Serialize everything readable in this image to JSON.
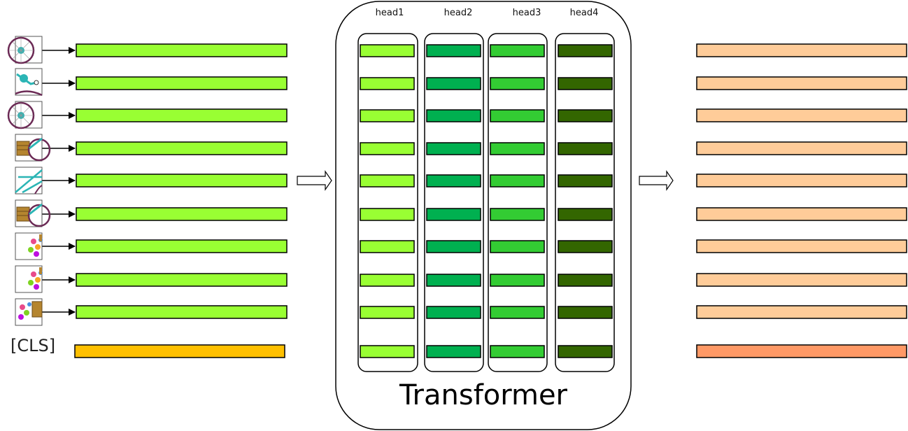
{
  "labels": {
    "cls": "[CLS]",
    "transformer": "Transformer",
    "heads": [
      "head1",
      "head2",
      "head3",
      "head4"
    ]
  },
  "patches": [
    {
      "icon": "wheel-icon"
    },
    {
      "icon": "bike-front-icon"
    },
    {
      "icon": "wheel-icon"
    },
    {
      "icon": "basket-wheel-icon"
    },
    {
      "icon": "bike-frame-icon"
    },
    {
      "icon": "basket-wheel-icon"
    },
    {
      "icon": "flowers-icon"
    },
    {
      "icon": "flowers-icon"
    },
    {
      "icon": "flowers-basket-icon"
    }
  ],
  "token_count": 10,
  "colors": {
    "patch_token": "#99ff33",
    "cls_token": "#ffc000",
    "head_colors": [
      "#99ff33",
      "#00b050",
      "#33cc33",
      "#336600"
    ],
    "output_token": "#ffcc99",
    "output_cls_token": "#ff9966",
    "stroke": "#000000"
  }
}
